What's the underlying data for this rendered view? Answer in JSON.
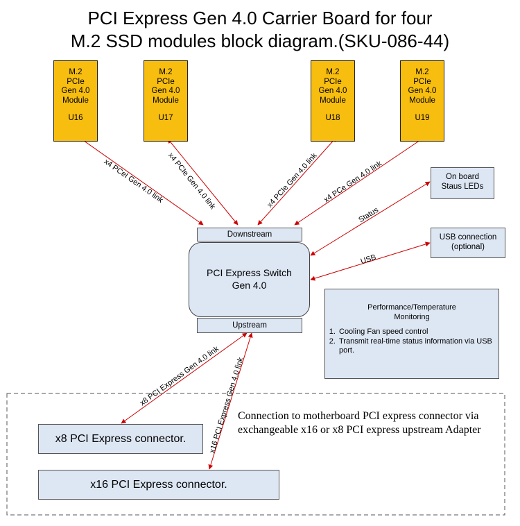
{
  "title": {
    "line1": "PCI Express Gen 4.0 Carrier Board for four",
    "line2": "M.2 SSD modules block diagram.(SKU-086-44)"
  },
  "modules": [
    {
      "lines": [
        "M.2",
        "PCIe",
        "Gen 4.0",
        "Module"
      ],
      "id": "U16"
    },
    {
      "lines": [
        "M.2",
        "PCIe",
        "Gen 4.0",
        "Module"
      ],
      "id": "U17"
    },
    {
      "lines": [
        "M.2",
        "PCIe",
        "Gen 4.0",
        "Module"
      ],
      "id": "U18"
    },
    {
      "lines": [
        "M.2",
        "PCIe",
        "Gen 4.0",
        "Module"
      ],
      "id": "U19"
    }
  ],
  "links": {
    "u16": "x4 PCeI Gen 4.0 link",
    "u17": "x4 PCIe Gen 4.0 link",
    "u18": "x4 PCIe Gen 4.0 link",
    "u19": "x4 PCe Gen 4.0 link",
    "status": "Status",
    "usb": "USB",
    "x8": "x8 PCI Express Gen 4.0 link",
    "x16": "x16 PCI Express Gen 4.0 link"
  },
  "switch": {
    "downstream": "Downstream",
    "upstream": "Upstream",
    "line1": "PCI Express Switch",
    "line2": "Gen 4.0"
  },
  "leds": {
    "line1": "On board",
    "line2": "Staus LEDs"
  },
  "usb_box": {
    "line1": "USB connection",
    "line2": "(optional)"
  },
  "monitoring": {
    "title1": "Performance/Temperature",
    "title2": "Monitoring",
    "items": [
      "Cooling Fan speed control",
      "Transmit real-time status information via USB port."
    ]
  },
  "connectors": {
    "x8": "x8 PCI Express connector.",
    "x16": "x16 PCI Express connector."
  },
  "note": "Connection to motherboard PCI express connector via exchangeable x16 or x8 PCI  express upstream Adapter",
  "colors": {
    "module_fill": "#f7bd0f",
    "box_fill": "#dde6f3",
    "arrow": "#cc0000"
  }
}
